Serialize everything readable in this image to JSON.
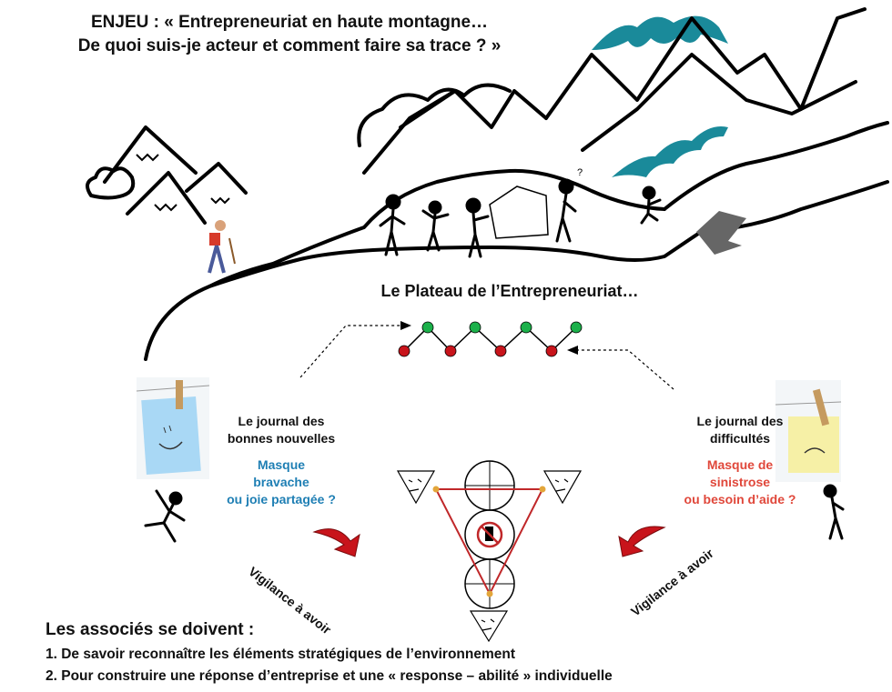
{
  "title": {
    "line1": "ENJEU : « Entrepreneuriat en haute montagne…",
    "line2": "De quoi suis-je acteur et comment faire sa trace ? »"
  },
  "plateau_label": "Le Plateau de l’Entrepreneuriat…",
  "left_journal": {
    "title_line1": "Le journal des",
    "title_line2": "bonnes nouvelles",
    "mask_line1": "Masque",
    "mask_line2": "bravache",
    "mask_line3": "ou joie partagée ?"
  },
  "right_journal": {
    "title_line1": "Le journal des",
    "title_line2": "difficultés",
    "mask_line1": "Masque de",
    "mask_line2": "sinistrose",
    "mask_line3": "ou besoin d’aide ?"
  },
  "vigilance_left": "Vigilance à avoir",
  "vigilance_right": "Vigilance à avoir",
  "associates": {
    "title": "Les associés se doivent :",
    "items": [
      "1. De savoir reconnaître les éléments stratégiques de l’environnement",
      "2. Pour construire une réponse d’entreprise et une « response – abilité » individuelle"
    ]
  },
  "colors": {
    "teal": "#1a8a9a",
    "green_dot": "#1bb04a",
    "red_dot": "#c8141b",
    "triangle_red": "#c0282a",
    "blue_text": "#1f7fb4",
    "red_text": "#e0473a",
    "arrow_red": "#c8141b",
    "note_blue": "#a9d8f5",
    "note_yellow": "#f6f0a6"
  }
}
